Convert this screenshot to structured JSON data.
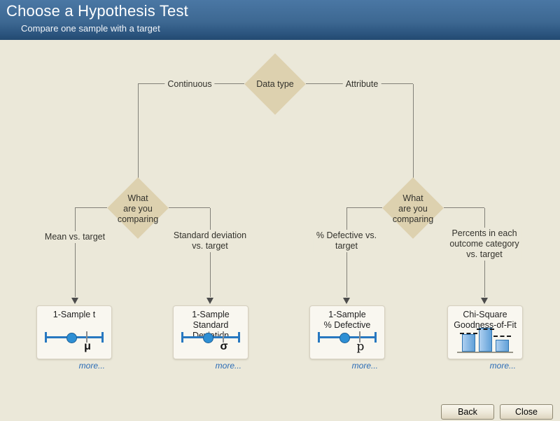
{
  "header": {
    "title": "Choose a Hypothesis Test",
    "subtitle": "Compare one sample with a target"
  },
  "tree": {
    "root": {
      "label": "Data type",
      "left_branch_label": "Continuous",
      "right_branch_label": "Attribute"
    },
    "comparing_left": "What\nare you\ncomparing",
    "comparing_right": "What\nare you\ncomparing",
    "branch_labels": [
      "Mean vs. target",
      "Standard deviation\nvs. target",
      "% Defective vs.\ntarget",
      "Percents in each\noutcome category\nvs. target"
    ]
  },
  "cards": [
    {
      "title": "1-Sample t",
      "symbol": "μ",
      "graphic": "mean-vs-target-icon",
      "more_label": "more..."
    },
    {
      "title": "1-Sample\nStandard Deviation",
      "symbol": "σ",
      "graphic": "mean-vs-target-icon",
      "more_label": "more..."
    },
    {
      "title": "1-Sample\n% Defective",
      "symbol": "p",
      "graphic": "mean-vs-target-icon",
      "more_label": "more..."
    },
    {
      "title": "Chi-Square\nGoodness-of-Fit",
      "graphic": "chi-square-bars-icon",
      "more_label": "more..."
    }
  ],
  "footer": {
    "back_label": "Back",
    "close_label": "Close"
  },
  "colors": {
    "header_top": "#4a77a4",
    "header_bottom": "#234a71",
    "background": "#ebe8d9",
    "diamond_fill": "#ddd1af",
    "card_background": "#f9f7f0",
    "accent_blue": "#2878c0",
    "link_blue": "#2a6bb5",
    "connector_gray": "#828078"
  }
}
